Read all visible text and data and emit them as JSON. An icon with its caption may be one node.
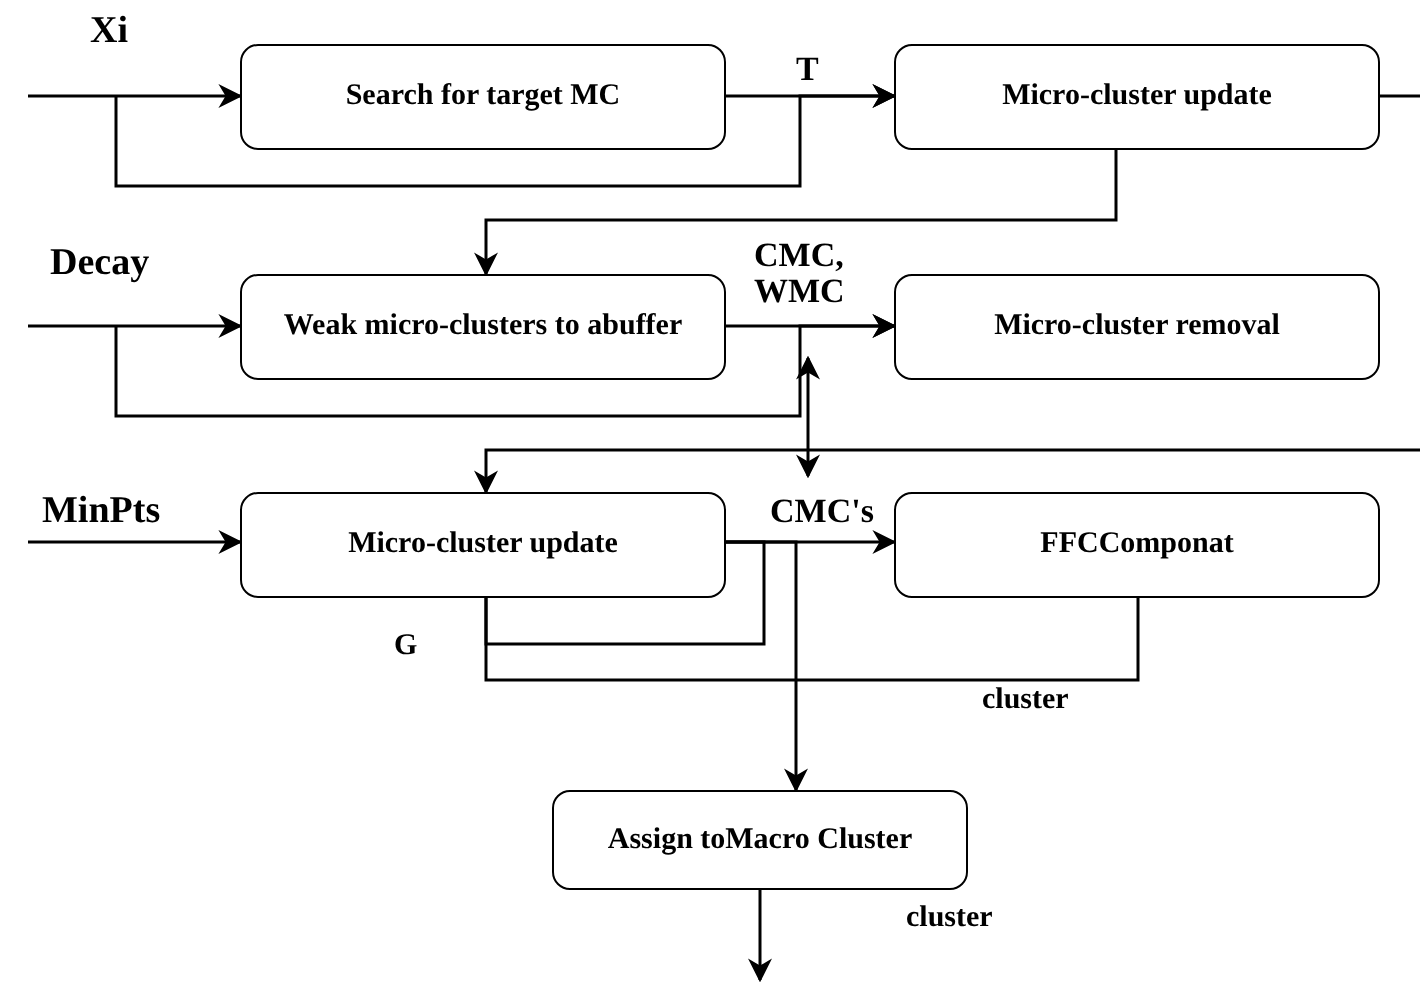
{
  "diagram": {
    "nodes": [
      {
        "text": [
          "Search for target MC"
        ]
      },
      {
        "text": [
          "Micro-cluster update"
        ]
      },
      {
        "text": [
          "Weak micro-clusters to abuffer"
        ]
      },
      {
        "text": [
          "Micro-cluster removal"
        ]
      },
      {
        "text": [
          "Micro-cluster update"
        ]
      },
      {
        "text": [
          "FFCComponat"
        ]
      },
      {
        "text": [
          "Assign toMacro Cluster"
        ]
      }
    ],
    "edges": [
      {
        "from": null,
        "to": 0,
        "arrow": "to",
        "label": "Xi"
      },
      {
        "from": 0,
        "to": 1,
        "arrow": "to",
        "label": "T"
      },
      {
        "from": null,
        "to": 1,
        "arrow": "to"
      },
      {
        "from": 1,
        "to": null,
        "arrow": "none"
      },
      {
        "from": 1,
        "to": 2,
        "arrow": "to"
      },
      {
        "from": null,
        "to": 2,
        "arrow": "to",
        "label": "Decay"
      },
      {
        "from": 2,
        "to": 3,
        "arrow": "to",
        "label": "CMC, WMC"
      },
      {
        "from": null,
        "to": 3,
        "arrow": "to"
      },
      {
        "from": null,
        "to": 4,
        "arrow": "to"
      },
      {
        "from": null,
        "to": 4,
        "arrow": "to",
        "label": "MinPts"
      },
      {
        "from": 4,
        "to": 5,
        "arrow": "to",
        "label": "CMC's"
      },
      {
        "from": 4,
        "to": 4,
        "arrow": "none",
        "label": "G"
      },
      {
        "from": 5,
        "to": 4,
        "arrow": "none",
        "label": "cluster"
      },
      {
        "from": 4,
        "to": 6,
        "arrow": "to"
      },
      {
        "from": 6,
        "to": null,
        "arrow": "to",
        "label": "cluster"
      }
    ]
  }
}
